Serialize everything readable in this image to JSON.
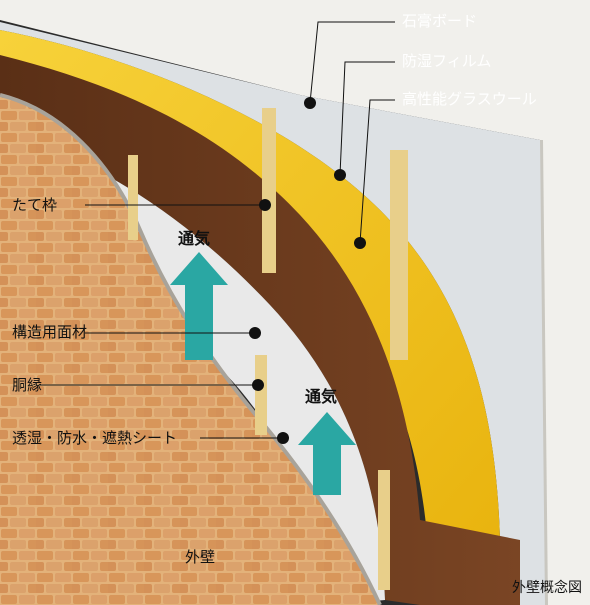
{
  "labels": {
    "gypsum_board": "石膏ボード",
    "moisture_film": "防湿フィルム",
    "glass_wool": "高性能グラスウール",
    "stud": "たて枠",
    "structural_panel": "構造用面材",
    "furring": "胴縁",
    "breathable_sheet": "透湿・防水・遮熱シート",
    "ventilation_1": "通気",
    "ventilation_2": "通気",
    "exterior_wall": "外壁",
    "caption": "外壁概念図"
  },
  "colors": {
    "background": "#2b2b2b",
    "gypsum": "#f1f0ec",
    "film": "#d9dde0",
    "glass_wool": "#f3c21a",
    "panel": "#6b3a1d",
    "stud": "#e8cf8a",
    "sheet": "#e6e6e6",
    "brick": "#d79a5c",
    "arrow": "#2aa7a3"
  }
}
